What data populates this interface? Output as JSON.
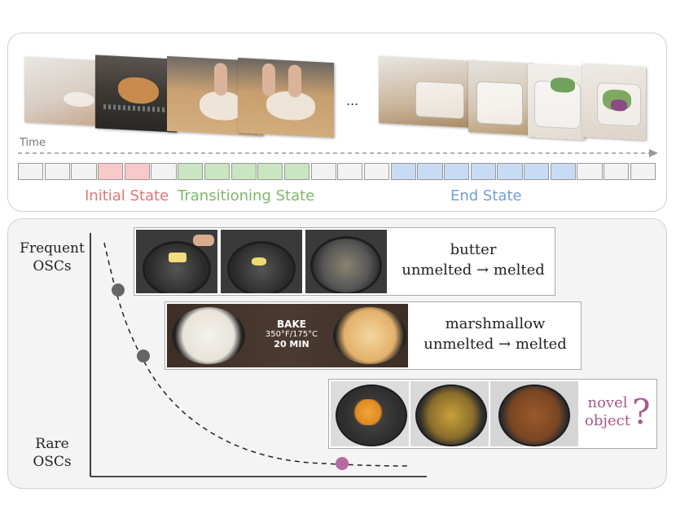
{
  "timeline": {
    "time_label": "Time",
    "ellipsis": "...",
    "cell_count": 24,
    "states": [
      {
        "label": "Initial State",
        "color": "#e57373"
      },
      {
        "label": "Transitioning State",
        "color": "#7cb86a"
      },
      {
        "label": "End State",
        "color": "#6f9fd8"
      }
    ],
    "cell_colors": {
      "initial": "#f7c9c9",
      "transition": "#c9e6c0",
      "end": "#c8dbf4",
      "neutral": "#f2f2f2"
    }
  },
  "frequency": {
    "frequent_label_line1": "Frequent",
    "frequent_label_line2": "OSCs",
    "rare_label_line1": "Rare",
    "rare_label_line2": "OSCs",
    "point_color_gray": "#666666",
    "point_color_rare": "#b36aa0"
  },
  "examples": [
    {
      "object": "butter",
      "transition_from": "unmelted",
      "arrow": "→",
      "transition_to": "melted"
    },
    {
      "object": "marshmallow",
      "transition_from": "unmelted",
      "arrow": "→",
      "transition_to": "melted"
    }
  ],
  "bake_card": {
    "line1": "BAKE",
    "line2": "350°F/175°C",
    "line3": "20 MIN"
  },
  "novel": {
    "line1": "novel",
    "line2": "object",
    "symbol": "?"
  }
}
